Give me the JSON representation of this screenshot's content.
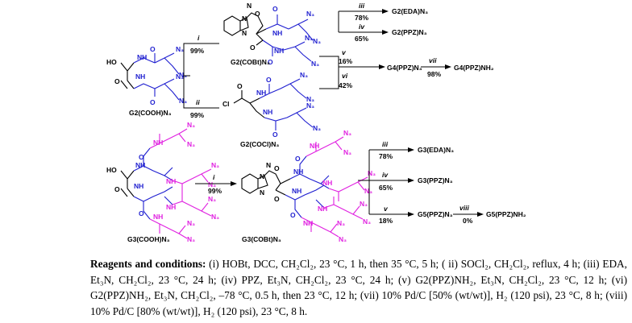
{
  "compounds": {
    "g2_cooh": "G2(COOH)N₃",
    "g2_cobt": "G2(COBt)N₃",
    "g2_cocl": "G2(COCl)N₃",
    "g3_cooh": "G3(COOH)N₃",
    "g3_cobt": "G3(COBt)N₃"
  },
  "products": {
    "g2_eda": "G2(EDA)N₃",
    "g2_ppz": "G2(PPZ)N₃",
    "g4_ppz": "G4(PPZ)N₃",
    "g4_ppz_nh2": "G4(PPZ)NH₂",
    "g3_eda": "G3(EDA)N₃",
    "g3_ppz": "G3(PPZ)N₃",
    "g5_ppz": "G5(PPZ)N₃",
    "g5_ppz_nh2": "G5(PPZ)NH₂"
  },
  "steps": {
    "s_i_top": {
      "label": "i",
      "yield": "99%"
    },
    "s_ii": {
      "label": "ii",
      "yield": "99%"
    },
    "s_iii_top": {
      "label": "iii",
      "yield": "78%"
    },
    "s_iv_top": {
      "label": "iv",
      "yield": "65%"
    },
    "s_v_top": {
      "label": "v",
      "yield": "16%"
    },
    "s_vi": {
      "label": "vi",
      "yield": "42%"
    },
    "s_vii": {
      "label": "vii",
      "yield": "98%"
    },
    "s_i_bot": {
      "label": "i",
      "yield": "99%"
    },
    "s_iii_bot": {
      "label": "iii",
      "yield": "78%"
    },
    "s_iv_bot": {
      "label": "iv",
      "yield": "65%"
    },
    "s_v_bot": {
      "label": "v",
      "yield": "18%"
    },
    "s_viii": {
      "label": "viii",
      "yield": "0%"
    }
  },
  "atoms": {
    "ho": "HO",
    "o": "O",
    "nh": "NH",
    "n3": "N₃",
    "n": "N",
    "cl": "Cl"
  },
  "caption": {
    "lead": "Reagents and conditions:",
    "body": " (i) HOBt, DCC, CH₂Cl₂, 23 °C, 1 h, then 35 °C, 5 h; ( ii) SOCl₂, CH₂Cl₂, reflux, 4 h; (iii) EDA, Et₃N, CH₂Cl₂, 23 °C, 24 h; (iv) PPZ, Et₃N, CH₂Cl₂, 23 °C, 24 h; (v) G2(PPZ)NH₂, Et₃N, CH₂Cl₂, 23 °C, 12 h; (vi) G2(PPZ)NH₂, Et₃N, CH₂Cl₂, –78 °C, 0.5 h, then 23 °C, 12 h; (vii) 10% Pd/C [50% (wt/wt)], H₂ (120 psi), 23 °C, 8 h; (viii) 10% Pd/C [80% (wt/wt)], H₂ (120 psi), 23 °C, 8 h."
  }
}
